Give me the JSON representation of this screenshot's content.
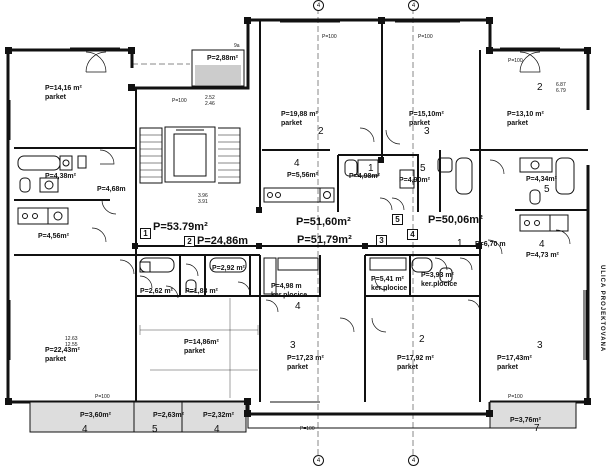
{
  "corridor": {
    "total_left": "P=53.79m²",
    "total_mid": "P=51,60m²",
    "total_right": "P=50,06m²",
    "hall_left": "P=24,86m",
    "hall_mid": "P=51,79m²",
    "hall_left_num": "2",
    "hall_mid_num": "3",
    "apt_left_num": "1",
    "apt_mid_num": "5",
    "apt_right_num": "4",
    "apt_right_marker": "1"
  },
  "rooms": {
    "r_14": {
      "area": "P=14,16 m²",
      "name": "parket"
    },
    "r_19": {
      "area": "P=19,88 m²",
      "name": "parket",
      "num": "2"
    },
    "r_15": {
      "area": "P=15,10m²",
      "name": "parket",
      "num": "3"
    },
    "r_13": {
      "area": "P=13,10 m²",
      "name": "parket",
      "num": "2"
    },
    "r_22": {
      "area": "P=22,43m²",
      "name": "parket"
    },
    "r_148": {
      "area": "P=14,86m²",
      "name": "parket"
    },
    "r_17a": {
      "area": "P=17,23 m²",
      "name": "parket",
      "num": "3"
    },
    "r_17b": {
      "area": "P=17,92 m²",
      "name": "parket",
      "num": "2"
    },
    "r_17c": {
      "area": "P=17,43m²",
      "name": "parket",
      "num": "3"
    },
    "bath_438": {
      "area": "P=4,38m²"
    },
    "hall_468": {
      "area": "P=4,68m"
    },
    "k_456": {
      "area": "P=4,56m²"
    },
    "k_556": {
      "area": "P=5,56m²",
      "num": "4"
    },
    "b_498": {
      "area": "P=4,98m²",
      "num": "1"
    },
    "b_490": {
      "area": "P=4,90m²",
      "num": "5"
    },
    "b_434": {
      "area": "P=4,34m²",
      "num": "5"
    },
    "k_473": {
      "area": "P=4,73 m²",
      "num": "4"
    },
    "h_670": {
      "area": "P=6,70 m"
    },
    "b_262": {
      "area": "P=2,62 m²"
    },
    "b_183": {
      "area": "P=1,83 m²"
    },
    "b_292": {
      "area": "P=2,92 m²"
    },
    "k_498": {
      "area": "P=4,98 m",
      "name": "ker.plocice",
      "num": "4"
    },
    "k_541": {
      "area": "P=5,41 m²",
      "name": "ker.plocice"
    },
    "k_393": {
      "area": "P=3,93 m²",
      "name": "ker.plocice"
    },
    "lift_396": {
      "a": "3.96",
      "b": "3.91"
    },
    "stair_252": {
      "a": "2.52",
      "b": "2.46"
    },
    "stair_1263": {
      "a": "12.63",
      "b": "12.55"
    },
    "r_687": {
      "a": "6.87",
      "b": "6.79"
    }
  },
  "balconies": {
    "top": {
      "area": "P=2,88m²",
      "tag": "9a"
    },
    "b1": {
      "area": "P=3,60m²",
      "num": "4"
    },
    "b2": {
      "area": "P=2,63m²",
      "num": "5"
    },
    "b3": {
      "area": "P=2,32m²",
      "num": "4"
    },
    "b4": {
      "area": "P=3,76m²",
      "num": "7"
    }
  },
  "parapet": "P=100",
  "grid_marker": "4",
  "street": "ULICA PROJEKTOVANA"
}
